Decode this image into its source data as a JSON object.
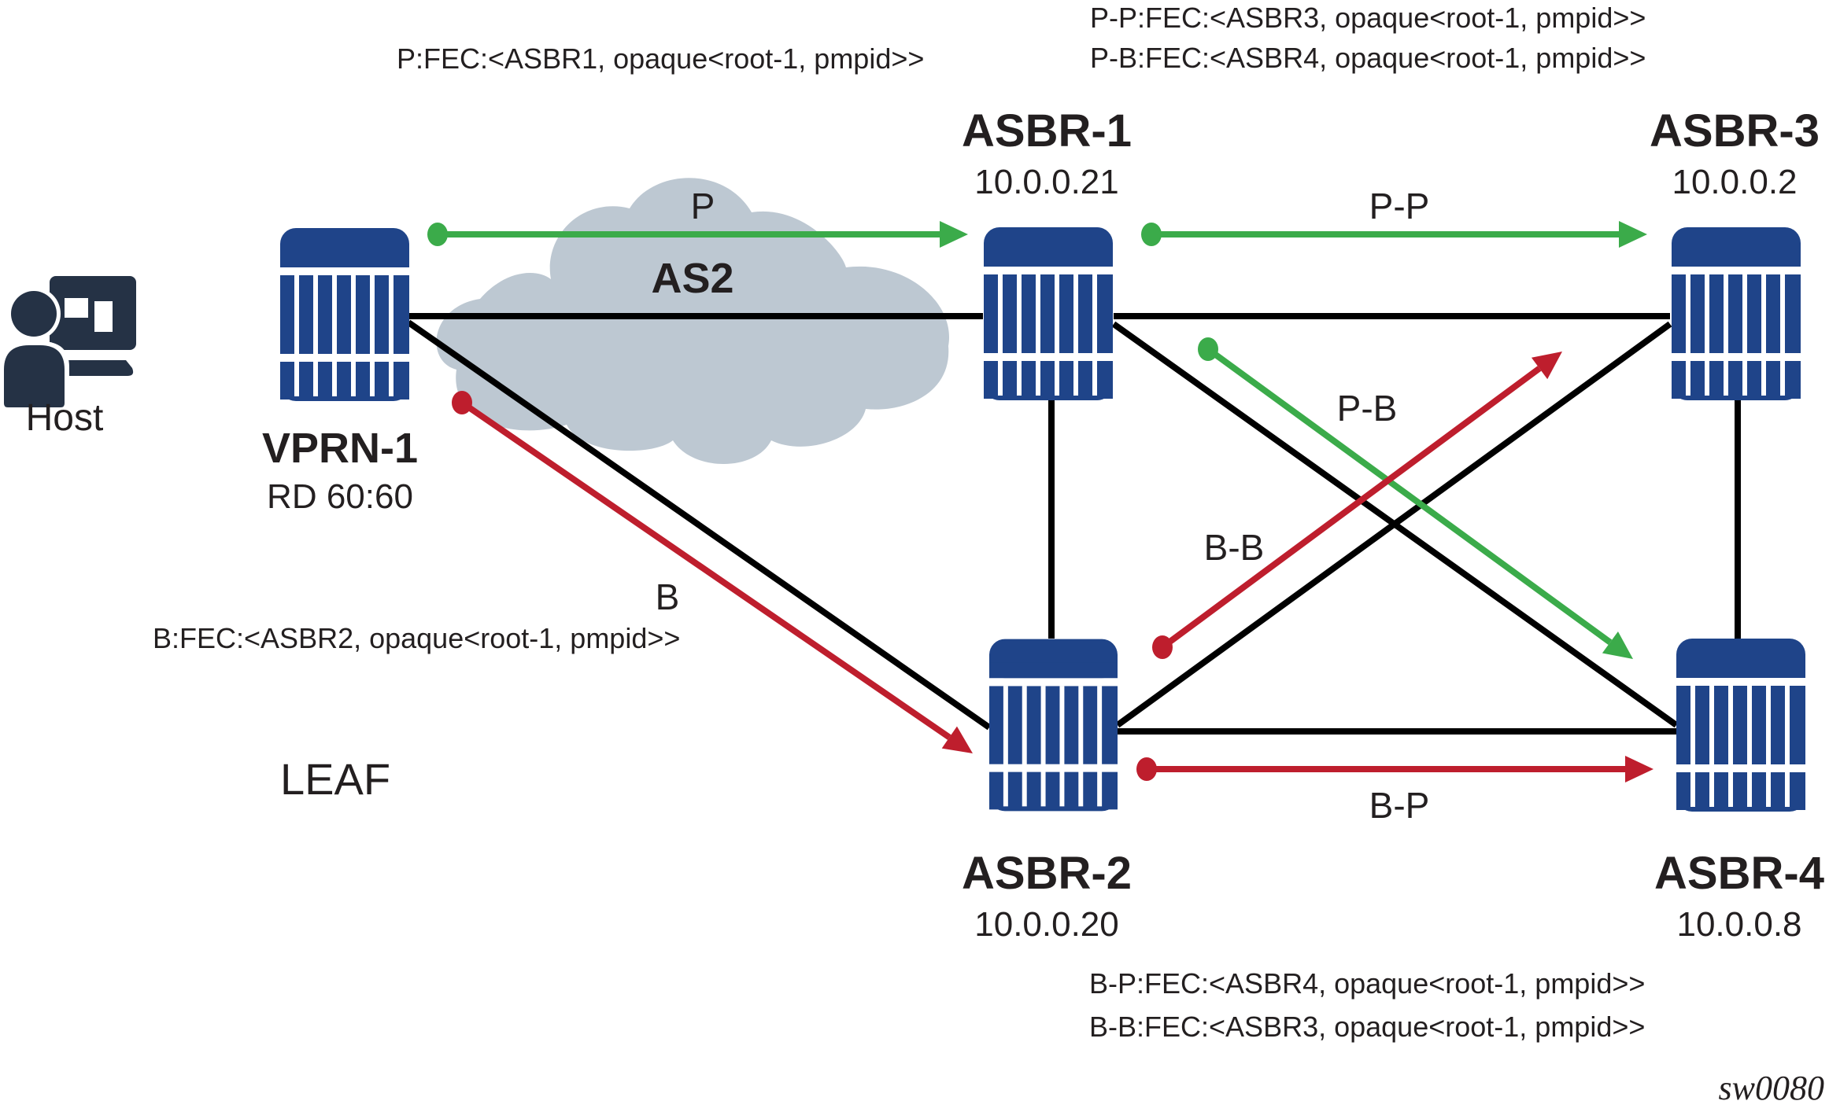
{
  "colors": {
    "router": "#1f4489",
    "primary": "#3bab4a",
    "backup": "#be1e2d",
    "cloud": "#bdc8d2",
    "host": "#253245",
    "link": "#000000",
    "text": "#231f20"
  },
  "host": {
    "label": "Host",
    "icon": "user-workstation-icon"
  },
  "cloud": {
    "label": "AS2"
  },
  "leaf_label": "LEAF",
  "figure_id": "sw0080",
  "nodes": {
    "vprn1": {
      "name": "VPRN-1",
      "sub": "RD 60:60"
    },
    "asbr1": {
      "name": "ASBR-1",
      "sub": "10.0.0.21"
    },
    "asbr2": {
      "name": "ASBR-2",
      "sub": "10.0.0.20"
    },
    "asbr3": {
      "name": "ASBR-3",
      "sub": "10.0.0.2"
    },
    "asbr4": {
      "name": "ASBR-4",
      "sub": "10.0.0.8"
    }
  },
  "links": [
    {
      "from": "VPRN-1",
      "to": "ASBR-1"
    },
    {
      "from": "VPRN-1",
      "to": "ASBR-2"
    },
    {
      "from": "ASBR-1",
      "to": "ASBR-2"
    },
    {
      "from": "ASBR-1",
      "to": "ASBR-3"
    },
    {
      "from": "ASBR-1",
      "to": "ASBR-4"
    },
    {
      "from": "ASBR-2",
      "to": "ASBR-3"
    },
    {
      "from": "ASBR-2",
      "to": "ASBR-4"
    },
    {
      "from": "ASBR-3",
      "to": "ASBR-4"
    }
  ],
  "arrows": {
    "p": {
      "label": "P",
      "type": "primary",
      "from": "VPRN-1",
      "to": "ASBR-1"
    },
    "b": {
      "label": "B",
      "type": "backup",
      "from": "VPRN-1",
      "to": "ASBR-2"
    },
    "pp": {
      "label": "P-P",
      "type": "primary",
      "from": "ASBR-1",
      "to": "ASBR-3"
    },
    "pb": {
      "label": "P-B",
      "type": "primary",
      "from": "ASBR-1",
      "to": "ASBR-4"
    },
    "bb": {
      "label": "B-B",
      "type": "backup",
      "from": "ASBR-2",
      "to": "ASBR-3"
    },
    "bp": {
      "label": "B-P",
      "type": "backup",
      "from": "ASBR-2",
      "to": "ASBR-4"
    }
  },
  "fec": {
    "p": "P:FEC:<ASBR1, opaque<root-1, pmpid>>",
    "pp": "P-P:FEC:<ASBR3, opaque<root-1, pmpid>>",
    "pb": "P-B:FEC:<ASBR4, opaque<root-1, pmpid>>",
    "b": "B:FEC:<ASBR2, opaque<root-1, pmpid>>",
    "bp": "B-P:FEC:<ASBR4, opaque<root-1, pmpid>>",
    "bb": "B-B:FEC:<ASBR3, opaque<root-1, pmpid>>"
  }
}
